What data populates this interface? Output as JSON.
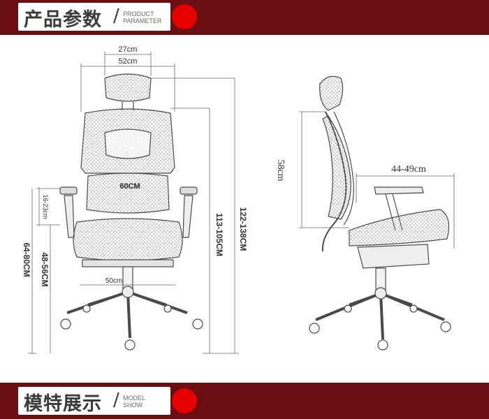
{
  "header": {
    "title_cn": "产品参数",
    "title_en_line1": "PRODUCT",
    "title_en_line2": "PARAMETER"
  },
  "footer": {
    "title_cn": "模特展示",
    "title_en_line1": "MODEL",
    "title_en_line2": "SHOW"
  },
  "front_view": {
    "headrest_width": "27cm",
    "back_width": "52cm",
    "seat_width": "60CM",
    "armrest_adjust": "16-23cm",
    "base_width": "50cm",
    "arm_height": "64-80CM",
    "seat_height": "48-56CM",
    "back_height": "113-105CM",
    "total_height": "122-138CM"
  },
  "side_view": {
    "back_height": "58cm",
    "seat_depth": "44-49cm"
  },
  "colors": {
    "banner": "#6a0e12",
    "dot": "#e50000",
    "line": "#555555"
  }
}
